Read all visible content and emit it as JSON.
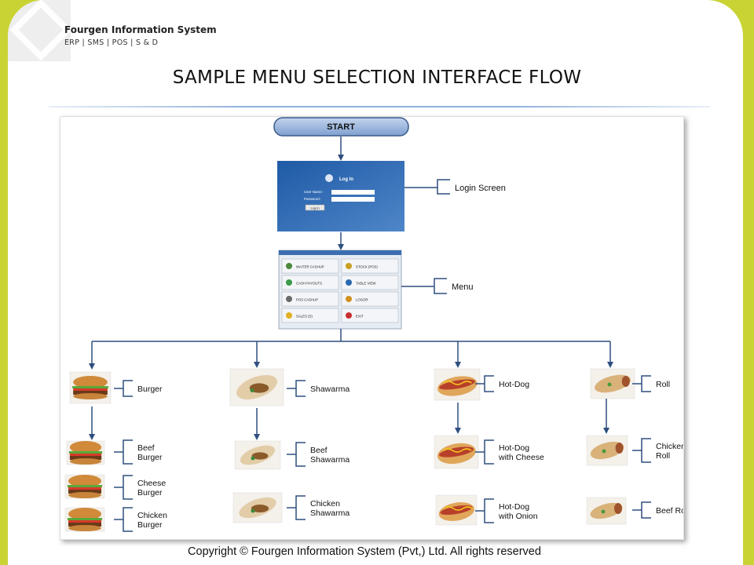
{
  "header": {
    "company": "Fourgen Information System",
    "tagline": "ERP | SMS | POS | S & D",
    "title": "SAMPLE MENU SELECTION INTERFACE FLOW"
  },
  "flow": {
    "start": "START",
    "login_label": "Login Screen",
    "login_title": "Log In",
    "login_user_label": "User Name :",
    "login_pass_label": "Password :",
    "login_button": "Log In",
    "menu_label": "Menu",
    "menu_buttons": [
      "WAITER CASHUP",
      "STOCK (POS)",
      "CASH PAYOUTS",
      "TABLE VIEW",
      "POS CASHUP",
      "LOGOR",
      "SALES (S)",
      "EXIT"
    ],
    "categories": [
      {
        "name": "Burger",
        "items": [
          [
            "Beef",
            "Burger"
          ],
          [
            "Cheese",
            "Burger"
          ],
          [
            "Chicken",
            "Burger"
          ]
        ]
      },
      {
        "name": "Shawarma",
        "items": [
          [
            "Beef",
            "Shawarma"
          ],
          [
            "Chicken",
            "Shawarma"
          ]
        ]
      },
      {
        "name": "Hot-Dog",
        "items": [
          [
            "Hot-Dog",
            "with Cheese"
          ],
          [
            "Hot-Dog",
            "with Onion"
          ]
        ]
      },
      {
        "name": "Roll",
        "items": [
          [
            "Chicken",
            "Roll"
          ],
          [
            "Beef Roll"
          ]
        ]
      }
    ]
  },
  "footer": {
    "copyright": "Copyright © Fourgen Information System (Pvt,) Ltd. All rights reserved"
  }
}
